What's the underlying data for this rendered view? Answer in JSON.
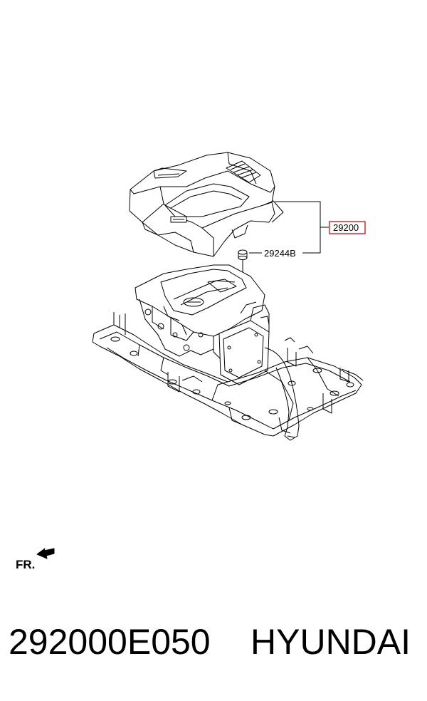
{
  "callouts": {
    "main_part": "29200",
    "bolt_part": "29244B"
  },
  "direction_label": "FR.",
  "caption": {
    "part_number": "292000E050",
    "brand": "HYUNDAI"
  },
  "colors": {
    "highlight_box": "#d9262c",
    "line": "#000000"
  }
}
